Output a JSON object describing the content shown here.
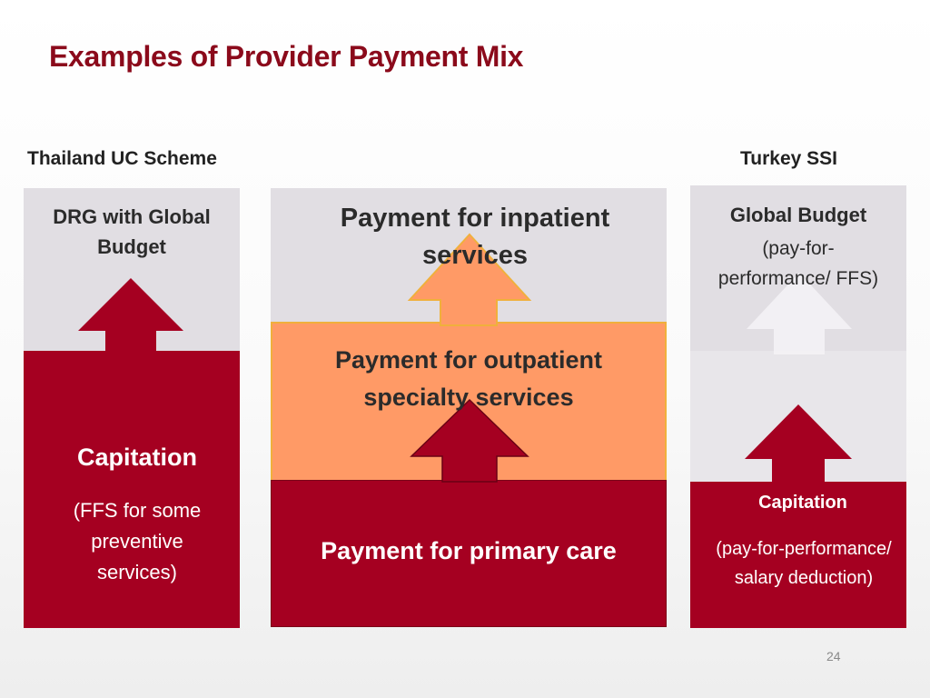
{
  "title": "Examples of Provider Payment Mix",
  "left_column": {
    "heading": "Thailand UC Scheme",
    "top_label": "DRG with Global Budget",
    "bottom_title": "Capitation",
    "bottom_sub": "(FFS for some preventive services)"
  },
  "middle_column": {
    "top_label": "Payment for inpatient services",
    "middle_label": "Payment for outpatient specialty services",
    "bottom_label": "Payment for primary care"
  },
  "right_column": {
    "heading": "Turkey SSI",
    "top_title": "Global Budget",
    "top_sub": "(pay-for-performance/ FFS)",
    "bottom_title": "Capitation",
    "bottom_sub": "(pay-for-performance/ salary deduction)"
  },
  "page_number": "24",
  "colors": {
    "title": "#8b0a1b",
    "crimson": "#a50021",
    "orange": "#ff9a66",
    "orange_border": "#f0b03c",
    "light_gray": "#e1dee3"
  }
}
